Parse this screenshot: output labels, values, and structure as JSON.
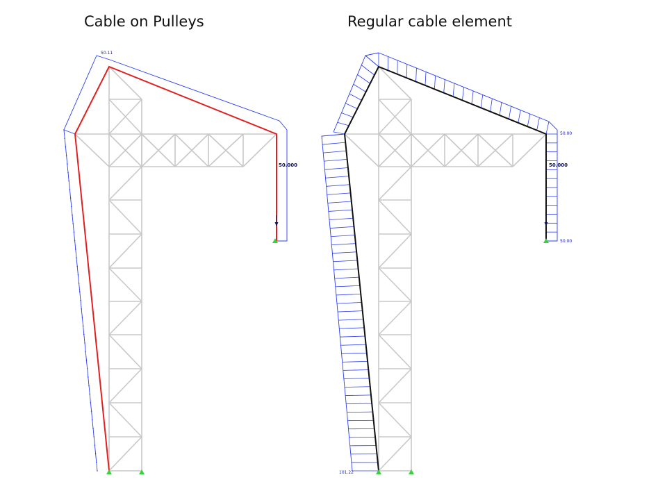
{
  "panels": {
    "left": {
      "title": "Cable on Pulleys",
      "cable_color": "#e02020",
      "labels": {
        "top_force": "50.11",
        "load": "50.000"
      }
    },
    "right": {
      "title": "Regular cable element",
      "cable_color": "#111111",
      "labels": {
        "top_force": "50.00",
        "load": "50.000",
        "bottom_force": "50.00",
        "base_force": "101.22"
      }
    }
  },
  "colors": {
    "truss": "#c8c8c8",
    "force_diagram": "#2a3cf0",
    "support": "#3ad23a",
    "load_arrow": "#141450"
  }
}
